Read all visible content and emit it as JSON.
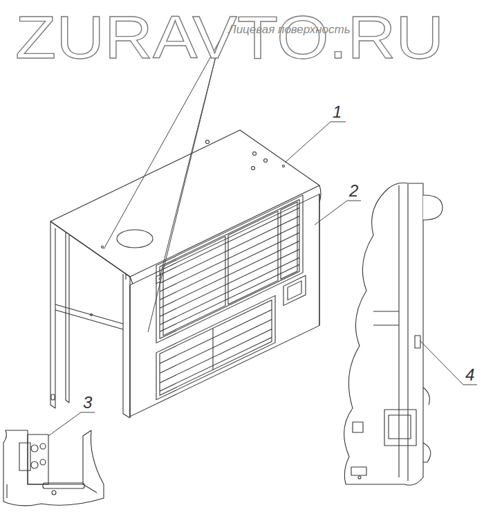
{
  "diagram": {
    "labels": [
      "ZURAVTO.RU",
      "Лицевая поверхность",
      "1",
      "2",
      "3",
      "4"
    ]
  }
}
